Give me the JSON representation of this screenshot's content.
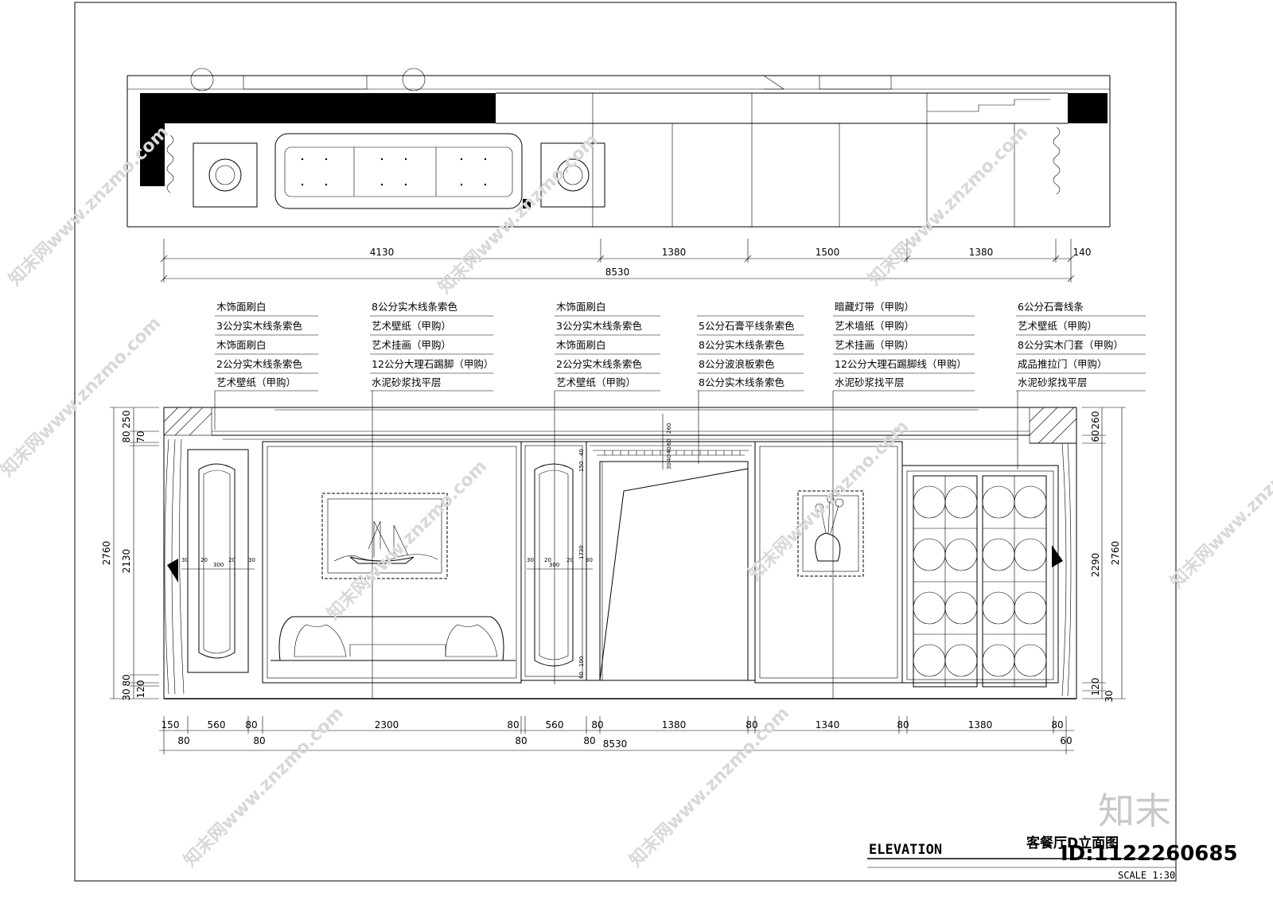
{
  "plan": {
    "dims_top": [
      "4130",
      "1380",
      "1500",
      "1380",
      "140"
    ],
    "dim_total": "8530"
  },
  "callouts": [
    [
      "木饰面刷白",
      "3公分实木线条索色",
      "木饰面刷白",
      "2公分实木线条索色",
      "艺术壁纸（甲购）"
    ],
    [
      "8公分实木线条索色",
      "艺术壁纸（甲购）",
      "艺术挂画（甲购）",
      "12公分大理石踢脚（甲购）",
      "水泥砂浆找平层"
    ],
    [
      "木饰面刷白",
      "3公分实木线条索色",
      "木饰面刷白",
      "2公分实木线条索色",
      "艺术壁纸（甲购）"
    ],
    [
      "5公分石膏平线条索色",
      "8公分实木线条索色",
      "8公分波浪板索色",
      "8公分实木线条索色"
    ],
    [
      "暗藏灯带（甲购）",
      "艺术墙纸（甲购）",
      "艺术挂画（甲购）",
      "12公分大理石踢脚线（甲购）",
      "水泥砂浆找平层"
    ],
    [
      "6公分石膏线条",
      "艺术壁纸（甲购）",
      "8公分实木门套（甲购）",
      "成品推拉门（甲购）",
      "水泥砂浆找平层"
    ]
  ],
  "elevation": {
    "left_dims": [
      "250",
      "80",
      "70",
      "2130",
      "80",
      "30",
      "120"
    ],
    "left_total": "2760",
    "right_dims": [
      "60",
      "260",
      "2290",
      "120",
      "30"
    ],
    "right_total": "2760",
    "bottom_dims_a": [
      "150",
      "560",
      "80",
      "2300",
      "80",
      "560",
      "80",
      "1380",
      "80",
      "1340",
      "80",
      "1380",
      "80"
    ],
    "bottom_dims_b": [
      "80",
      "80",
      "80",
      "80",
      "60"
    ],
    "bottom_total": "8530",
    "panel_dims": [
      "30",
      "20",
      "20",
      "30",
      "300"
    ],
    "panel_dims_2": [
      "30",
      "20",
      "20",
      "30",
      "300"
    ],
    "pier_small_dims": [
      "40",
      "1730",
      "150",
      "100",
      "60"
    ],
    "lintel_dims": [
      "260",
      "60",
      "40",
      "40",
      "30"
    ]
  },
  "title_block": {
    "label": "ELEVATION",
    "name": "客餐厅D立面图",
    "scale": "SCALE 1:30",
    "id": "ID:1122260685"
  },
  "watermark": {
    "text": "知末网www.znzmo.com",
    "logo": "知末"
  }
}
